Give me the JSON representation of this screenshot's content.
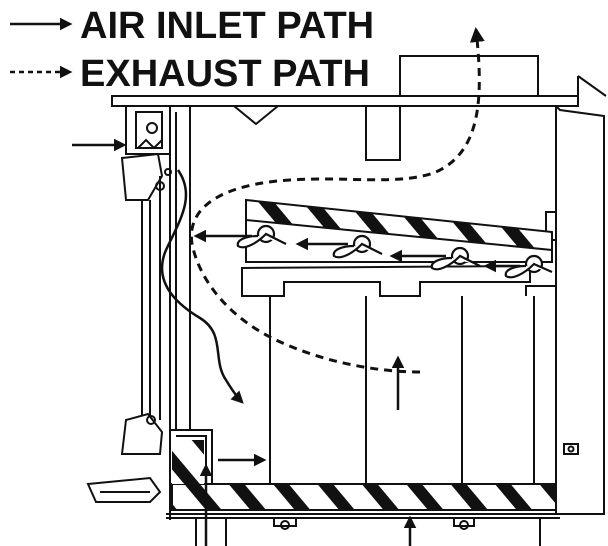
{
  "legend": {
    "air_inlet_label": "AIR INLET PATH",
    "exhaust_label": "EXHAUST PATH",
    "air_inlet_line_style": "solid",
    "exhaust_line_style": "dashed"
  },
  "colors": {
    "line": "#111111",
    "background": "#ffffff"
  }
}
